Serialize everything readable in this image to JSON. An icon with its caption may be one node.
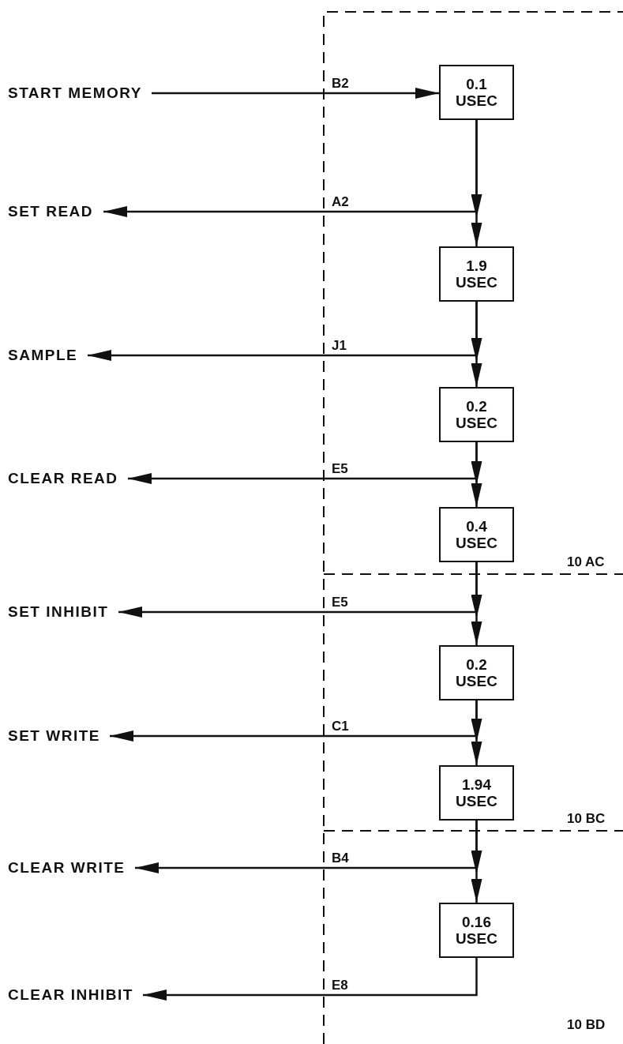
{
  "diagram": {
    "nodes": [
      {
        "text": [
          "START MEMORY"
        ]
      },
      {
        "text": [
          "0.1 USEC"
        ]
      },
      {
        "text": [
          "SET READ"
        ]
      },
      {
        "text": [
          "1.9 USEC"
        ]
      },
      {
        "text": [
          "SAMPLE"
        ]
      },
      {
        "text": [
          "0.2 USEC"
        ]
      },
      {
        "text": [
          "CLEAR READ"
        ]
      },
      {
        "text": [
          "0.4 USEC"
        ]
      },
      {
        "text": [
          "SET INHIBIT"
        ]
      },
      {
        "text": [
          "0.2 USEC"
        ]
      },
      {
        "text": [
          "SET WRITE"
        ]
      },
      {
        "text": [
          "1.94 USEC"
        ]
      },
      {
        "text": [
          "CLEAR WRITE"
        ]
      },
      {
        "text": [
          "0.16 USEC"
        ]
      },
      {
        "text": [
          "CLEAR INHIBIT"
        ]
      }
    ],
    "edges": [
      {
        "from": 0,
        "to": 1,
        "arrow": "to",
        "label": "B2"
      },
      {
        "from": 1,
        "to": 2,
        "arrow": "to",
        "label": "A2"
      },
      {
        "from": 1,
        "to": 3,
        "arrow": "to"
      },
      {
        "from": 3,
        "to": 4,
        "arrow": "to",
        "label": "J1"
      },
      {
        "from": 3,
        "to": 5,
        "arrow": "to"
      },
      {
        "from": 5,
        "to": 6,
        "arrow": "to",
        "label": "E5"
      },
      {
        "from": 5,
        "to": 7,
        "arrow": "to"
      },
      {
        "from": 7,
        "to": 8,
        "arrow": "to",
        "label": "E5"
      },
      {
        "from": 7,
        "to": 9,
        "arrow": "to"
      },
      {
        "from": 9,
        "to": 10,
        "arrow": "to",
        "label": "C1"
      },
      {
        "from": 9,
        "to": 11,
        "arrow": "to"
      },
      {
        "from": 11,
        "to": 12,
        "arrow": "to",
        "label": "B4"
      },
      {
        "from": 11,
        "to": 13,
        "arrow": "to"
      },
      {
        "from": 13,
        "to": 14,
        "arrow": "to",
        "label": "E8"
      }
    ],
    "labels": [
      "10 AC",
      "10 BC",
      "10 BD"
    ]
  }
}
